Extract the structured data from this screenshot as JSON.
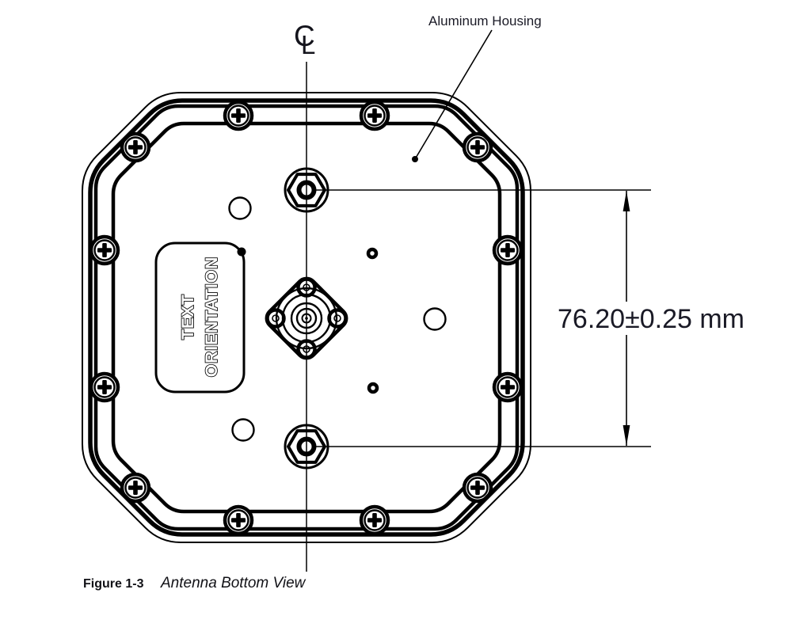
{
  "drawing": {
    "centerline_symbol_c": "C",
    "centerline_symbol_l": "L",
    "annotation_label": "Aluminum Housing",
    "plate_line1": "TEXT",
    "plate_line2": "ORIENTATION",
    "dimension_label": "76.20±0.25 mm"
  },
  "caption": {
    "figure_number": "Figure 1-3",
    "figure_title": "Antenna Bottom View"
  },
  "colors": {
    "line_ink": "#000000",
    "text_ink": "#1a1a26",
    "background": "#ffffff"
  }
}
